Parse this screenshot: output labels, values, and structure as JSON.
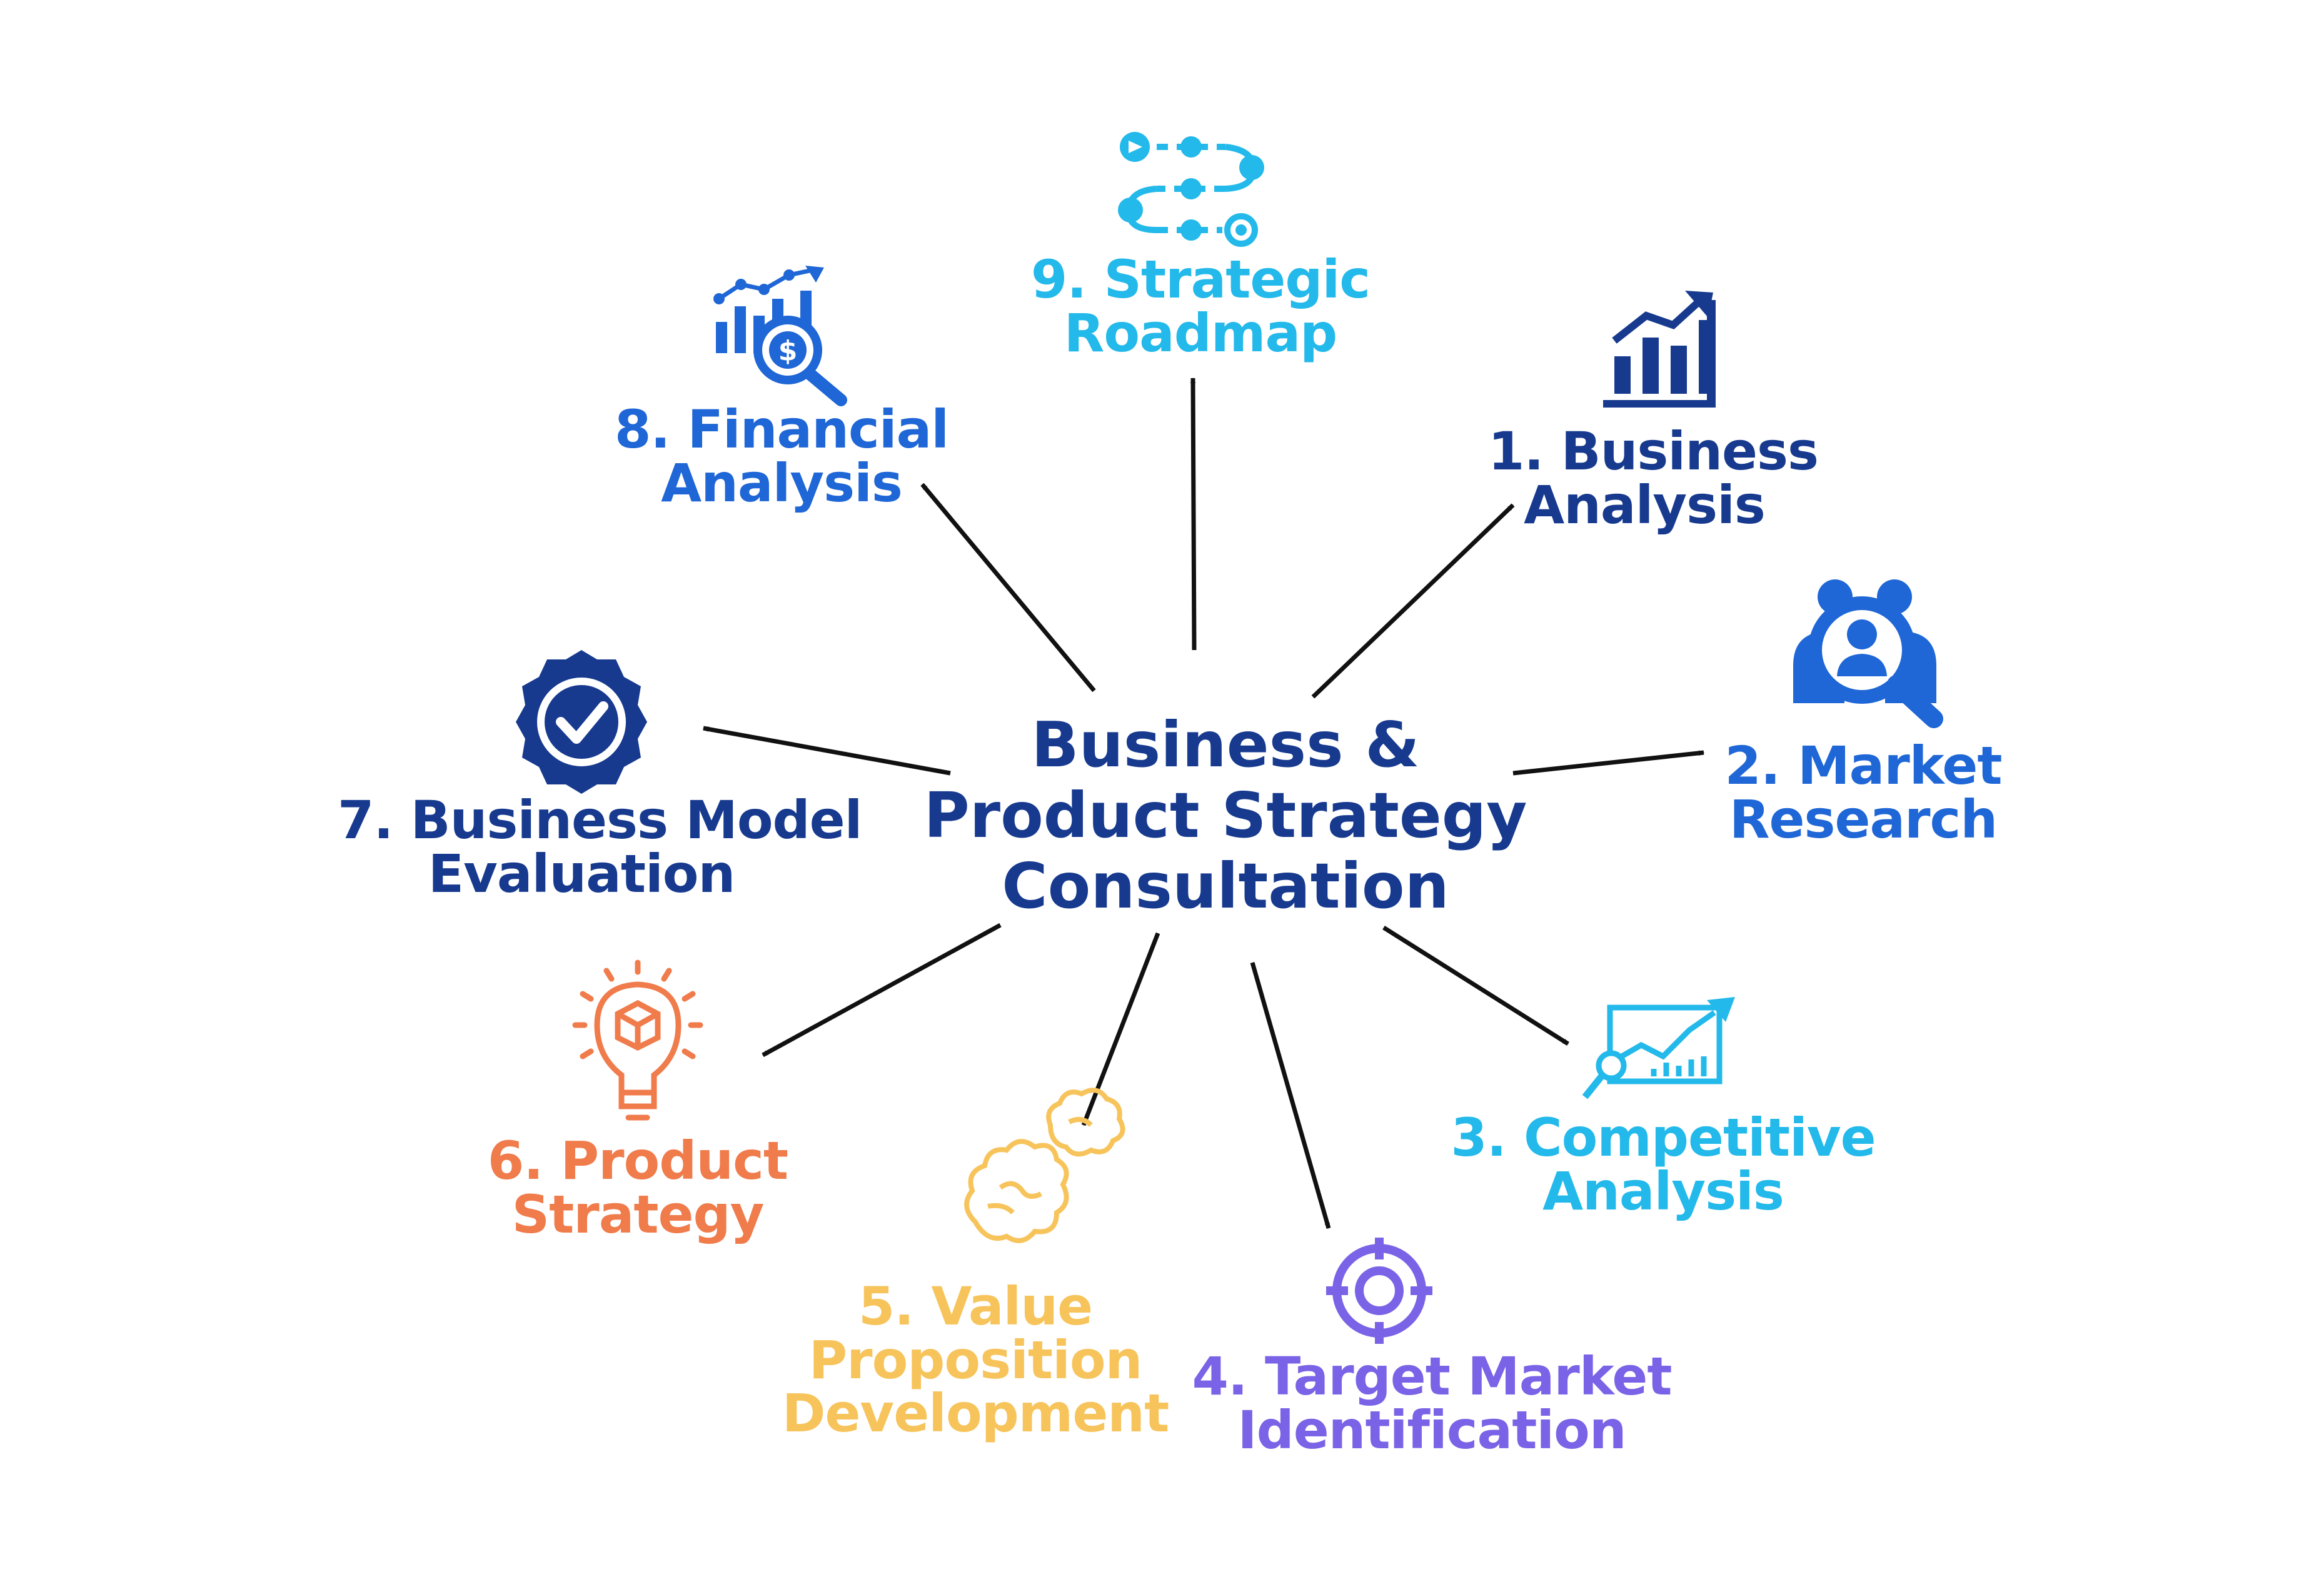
{
  "center": {
    "line1": "Business &",
    "line2": "Product Strategy",
    "line3": "Consultation"
  },
  "nodes": [
    {
      "id": "business-analysis",
      "line1": "1. Business",
      "line2": "Analysis",
      "color": "#173a8f",
      "icon": "bar-chart-growth-icon"
    },
    {
      "id": "market-research",
      "line1": "2. Market",
      "line2": "Research",
      "color": "#1f66d6",
      "icon": "people-magnifier-icon"
    },
    {
      "id": "competitive-analysis",
      "line1": "3. Competitive",
      "line2": "Analysis",
      "color": "#23b9ea",
      "icon": "analytics-screen-icon"
    },
    {
      "id": "target-market",
      "line1": "4. Target Market",
      "line2": "Identification",
      "color": "#7a63e6",
      "icon": "crosshair-target-icon"
    },
    {
      "id": "value-proposition",
      "line1": "5. Value",
      "line2": "Proposition",
      "line3": "Development",
      "color": "#f7c45c",
      "icon": "brain-puzzle-icon"
    },
    {
      "id": "product-strategy",
      "line1": "6. Product",
      "line2": "Strategy",
      "color": "#f07b4b",
      "icon": "lightbulb-box-icon"
    },
    {
      "id": "business-model",
      "line1": "7. Business Model",
      "line2": "Evaluation",
      "color": "#173a8f",
      "icon": "check-badge-icon"
    },
    {
      "id": "financial-analysis",
      "line1": "8. Financial",
      "line2": "Analysis",
      "color": "#1f66d6",
      "icon": "finance-chart-magnifier-icon"
    },
    {
      "id": "strategic-roadmap",
      "line1": "9. Strategic",
      "line2": "Roadmap",
      "color": "#23b9ea",
      "icon": "roadmap-path-icon"
    }
  ]
}
